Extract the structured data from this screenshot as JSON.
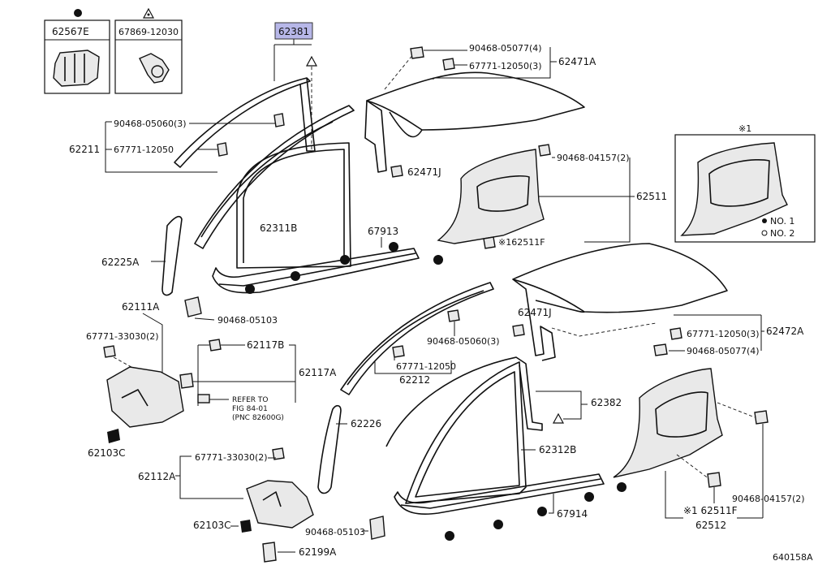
{
  "labels": {
    "p62567E": "62567E",
    "p67869": "67869-12030",
    "p62381": "62381",
    "p90468_05077_top": "90468-05077(4)",
    "p67771_12050_3_top": "67771-12050(3)",
    "p62471A": "62471A",
    "p90468_05060_3_a": "90468-05060(3)",
    "p62211": "62211",
    "p67771_12050_a": "67771-12050",
    "p62471J_a": "62471J",
    "p90468_04157_2_a": "90468-04157(2)",
    "p62511": "62511",
    "p62311B": "62311B",
    "p67913": "67913",
    "p162511F": "※162511F",
    "p62225A": "62225A",
    "p62111A": "62111A",
    "p90468_05103_a": "90468-05103",
    "p67771_33030_2_a": "67771-33030(2)",
    "p62117B": "62117B",
    "p62117A": "62117A",
    "refer1": "REFER TO",
    "refer2": "FIG 84-01",
    "refer3": "(PNC 82600G)",
    "p62103C_a": "62103C",
    "p62471J_b": "62471J",
    "p67771_12050_3_b": "67771-12050(3)",
    "p62472A": "62472A",
    "p90468_05060_3_b": "90468-05060(3)",
    "p90468_05077_4_b": "90468-05077(4)",
    "p67771_12050_b": "67771-12050",
    "p62212": "62212",
    "p62382": "62382",
    "p62226": "62226",
    "p62312B": "62312B",
    "p67771_33030_2_b": "67771-33030(2)",
    "p62112A": "62112A",
    "p90468_04157_2_b": "90468-04157(2)",
    "p62103C_b": "62103C",
    "p90468_05103_b": "90468-05103",
    "p67914": "67914",
    "p162511F_b": "※1  62511F",
    "p62512": "62512",
    "p62199A": "62199A",
    "inset_title": "※1",
    "legend_no1": "NO. 1",
    "legend_no2": "NO. 2",
    "figure_code": "640158A"
  }
}
